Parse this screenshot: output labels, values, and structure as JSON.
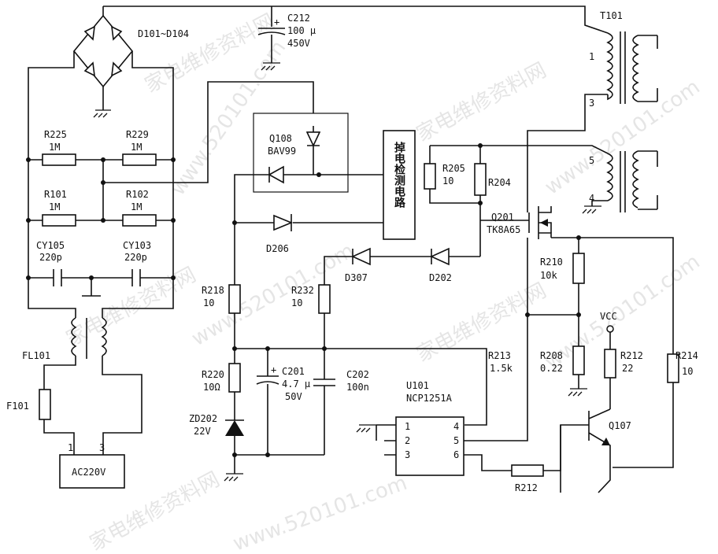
{
  "watermark": {
    "text": "家电维修资料网",
    "url": "www.520101.com"
  },
  "labels": {
    "bridge": "D101~D104",
    "c212_name": "C212",
    "c212_cap": "100 μ",
    "c212_volt": "450V",
    "t101": "T101",
    "t_pin1": "1",
    "t_pin3": "3",
    "t_pin5": "5",
    "t_pin4": "4",
    "r225_name": "R225",
    "r225_val": "1M",
    "r229_name": "R229",
    "r229_val": "1M",
    "r101_name": "R101",
    "r101_val": "1M",
    "r102_name": "R102",
    "r102_val": "1M",
    "cy105_name": "CY105",
    "cy105_val": "220p",
    "cy103_name": "CY103",
    "cy103_val": "220p",
    "q108_name": "Q108",
    "q108_part": "BAV99",
    "detect_text": "掉电检测电路",
    "r205_name": "R205",
    "r205_val": "10",
    "r204_name": "R204",
    "q201_name": "Q201",
    "q201_part": "TK8A65",
    "d206": "D206",
    "d307": "D307",
    "d202": "D202",
    "r210_name": "R210",
    "r210_val": "10k",
    "r218_name": "R218",
    "r218_val": "10",
    "r232_name": "R232",
    "r232_val": "10",
    "vcc": "VCC",
    "fl101": "FL101",
    "r213_name": "R213",
    "r213_val": "1.5k",
    "r208_name": "R208",
    "r208_val": "0.22",
    "r212a_name": "R212",
    "r212a_val": "22",
    "r214_name": "R214",
    "r214_val": "10",
    "r220_name": "R220",
    "r220_val": "10Ω",
    "c201_name": "C201",
    "c201_cap": "4.7 μ",
    "c201_volt": "50V",
    "c202_name": "C202",
    "c202_val": "100n",
    "u101_name": "U101",
    "u101_part": "NCP1251A",
    "u_pin1": "1",
    "u_pin2": "2",
    "u_pin3": "3",
    "u_pin4": "4",
    "u_pin5": "5",
    "u_pin6": "6",
    "f101": "F101",
    "zd202_name": "ZD202",
    "zd202_val": "22V",
    "q107": "Q107",
    "r212b_name": "R212",
    "ac_pin1": "1",
    "ac_pin3": "3",
    "ac_source": "AC220V",
    "plus_c212": "+",
    "plus_c201": "+"
  }
}
